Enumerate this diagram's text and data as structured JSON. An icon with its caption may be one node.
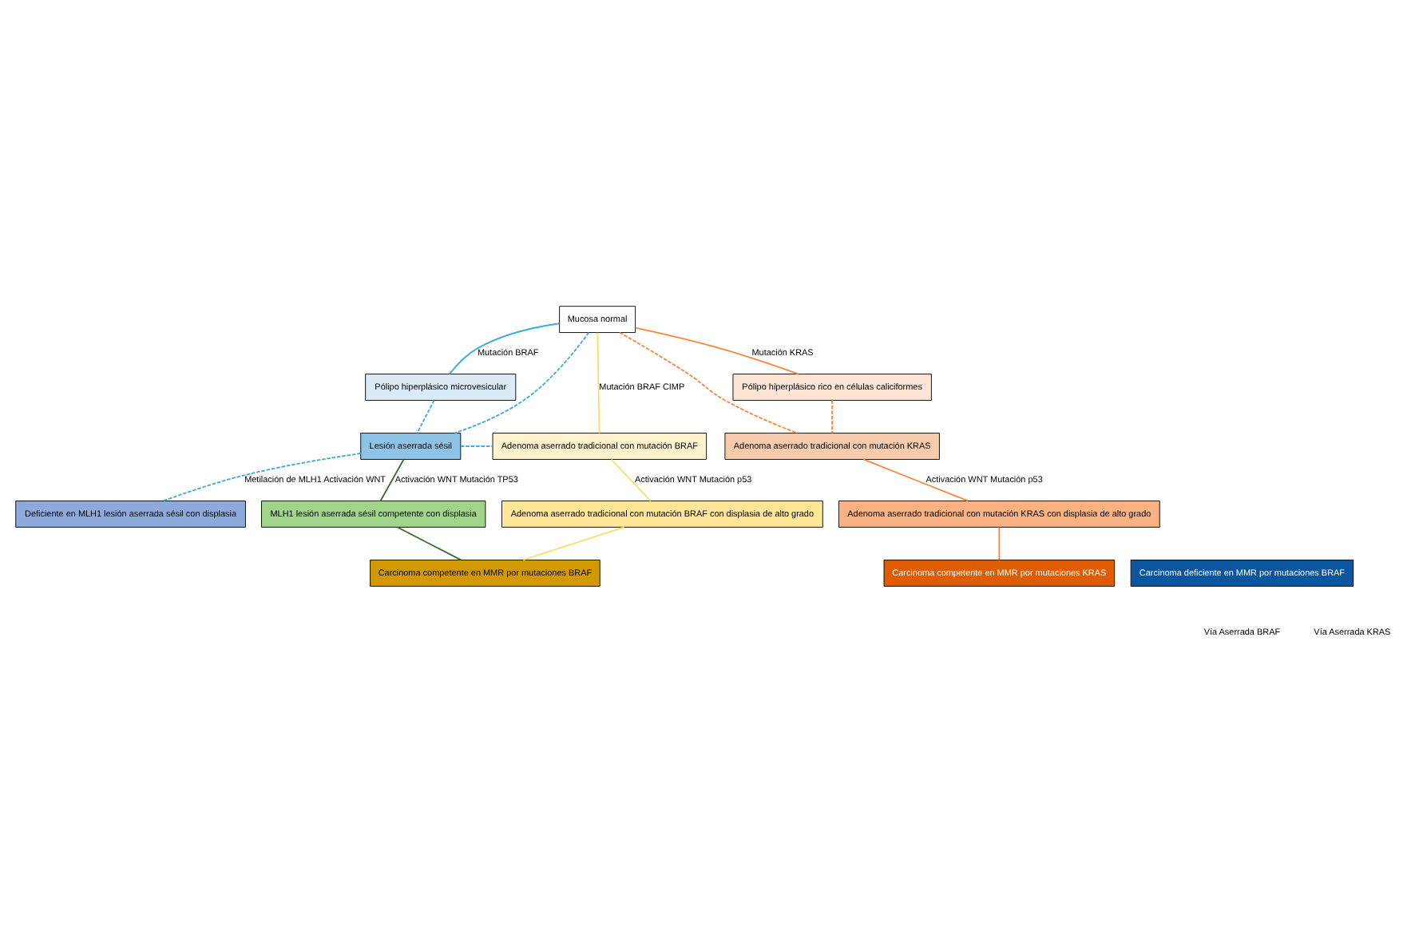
{
  "diagram": {
    "nodes": [
      {
        "text": [
          "Mucosa normal"
        ]
      },
      {
        "text": [
          "Pólipo hiperplásico microvesicular"
        ]
      },
      {
        "text": [
          "Pólipo hiperplásico rico en células caliciformes"
        ]
      },
      {
        "text": [
          "Lesión aserrada sésil"
        ]
      },
      {
        "text": [
          "Adenoma aserrado tradicional con mutación BRAF"
        ]
      },
      {
        "text": [
          "Adenoma aserrado tradicional con mutación KRAS"
        ]
      },
      {
        "text": [
          "Deficiente en MLH1 lesión aserrada sésil con displasia"
        ]
      },
      {
        "text": [
          "MLH1 lesión aserrada sésil competente con displasia"
        ]
      },
      {
        "text": [
          "Adenoma aserrado tradicional con mutación BRAF con displasia de alto grado"
        ]
      },
      {
        "text": [
          "Adenoma aserrado tradicional con mutación KRAS con displasia de alto grado"
        ]
      },
      {
        "text": [
          "Carcinoma deficiente en MMR por mutaciones BRAF"
        ]
      },
      {
        "text": [
          "Carcinoma competente en MMR por mutaciones BRAF"
        ]
      },
      {
        "text": [
          "Carcinoma competente en MMR por mutaciones KRAS"
        ]
      }
    ],
    "edges": [
      {
        "from": 0,
        "to": 1,
        "arrow": "none",
        "label": "Mutación BRAF",
        "color": "#3fa9e0"
      },
      {
        "from": 0,
        "to": 3,
        "arrow": "none",
        "style": "dashed",
        "color": "#3fa9e0"
      },
      {
        "from": 0,
        "to": 4,
        "arrow": "none",
        "label": "Mutación BRAF CIMP",
        "color": "#fddc6e"
      },
      {
        "from": 0,
        "to": 5,
        "arrow": "none",
        "style": "dashed",
        "color": "#f5883c"
      },
      {
        "from": 0,
        "to": 2,
        "arrow": "none",
        "label": "Mutación KRAS",
        "color": "#f5883c"
      },
      {
        "from": 1,
        "to": 3,
        "arrow": "none",
        "style": "dashed",
        "color": "#3fa9e0"
      },
      {
        "from": 3,
        "to": 4,
        "arrow": "none",
        "style": "dashed",
        "color": "#3fa9e0"
      },
      {
        "from": 2,
        "to": 5,
        "arrow": "none",
        "style": "dashed",
        "color": "#f5883c"
      },
      {
        "from": 3,
        "to": 6,
        "arrow": "none",
        "style": "dashed",
        "label": "Metilación de MLH1 Activación WNT",
        "color": "#3fa9e0"
      },
      {
        "from": 3,
        "to": 7,
        "arrow": "none",
        "label": "Activación WNT Mutación TP53",
        "color": "#3d6b2e"
      },
      {
        "from": 4,
        "to": 8,
        "arrow": "none",
        "label": "Activación WNT Mutación p53",
        "color": "#fddc6e"
      },
      {
        "from": 5,
        "to": 9,
        "arrow": "none",
        "label": "Activación WNT Mutación p53",
        "color": "#f5883c"
      },
      {
        "from": 7,
        "to": 11,
        "arrow": "none",
        "color": "#3d6b2e"
      },
      {
        "from": 8,
        "to": 11,
        "arrow": "none",
        "color": "#fddc6e"
      },
      {
        "from": 9,
        "to": 12,
        "arrow": "none",
        "color": "#f5883c"
      }
    ],
    "labels": [
      "Vía Aserrada BRAF",
      "Vía Aserrada KRAS"
    ]
  }
}
